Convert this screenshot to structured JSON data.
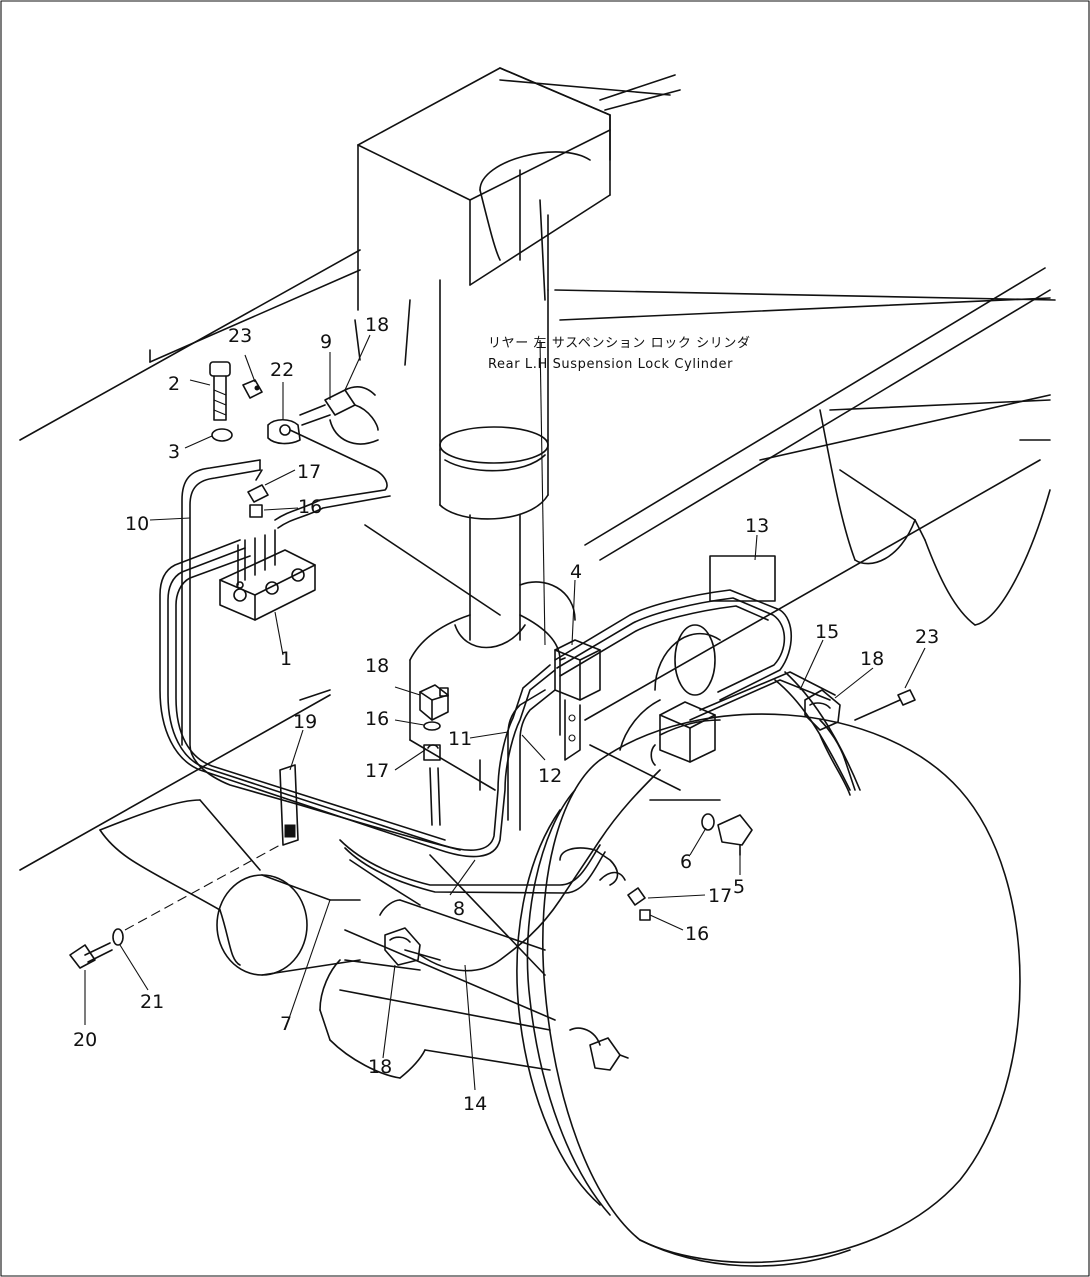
{
  "caption": {
    "japanese": "リヤー 左 サスペンション ロック シリンダ",
    "english": "Rear L.H Suspension Lock Cylinder"
  },
  "callouts": {
    "c1": "1",
    "c2": "2",
    "c3": "3",
    "c4": "4",
    "c5": "5",
    "c6": "6",
    "c7": "7",
    "c8": "8",
    "c9": "9",
    "c10": "10",
    "c11": "11",
    "c12": "12",
    "c13": "13",
    "c14": "14",
    "c15": "15",
    "c16a": "16",
    "c16b": "16",
    "c16c": "16",
    "c17a": "17",
    "c17b": "17",
    "c17c": "17",
    "c18a": "18",
    "c18b": "18",
    "c18c": "18",
    "c18d": "18",
    "c19": "19",
    "c20": "20",
    "c21": "21",
    "c22": "22",
    "c23a": "23",
    "c23b": "23"
  }
}
